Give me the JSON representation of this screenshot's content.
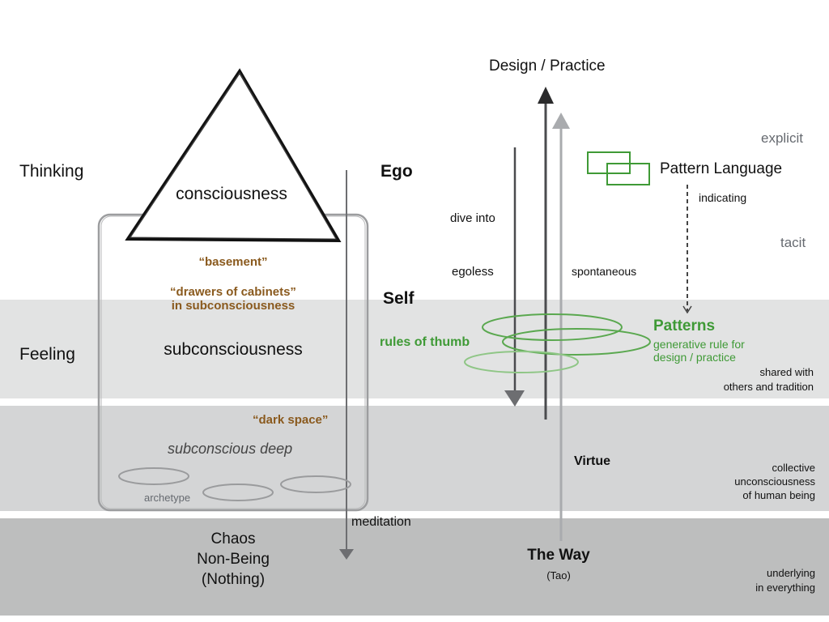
{
  "left_labels": {
    "thinking": "Thinking",
    "feeling": "Feeling"
  },
  "mind": {
    "consciousness": "consciousness",
    "basement": "“basement”",
    "drawers_line1": "“drawers of cabinets”",
    "drawers_line2": "in subconsciousness",
    "subconsciousness": "subconsciousness",
    "dark_space": "“dark space”",
    "subconscious_deep": "subconscious deep",
    "archetype": "archetype",
    "meditation": "meditation",
    "chaos_line1": "Chaos",
    "chaos_line2": "Non-Being",
    "chaos_line3": "(Nothing)"
  },
  "self_axis": {
    "ego": "Ego",
    "self": "Self"
  },
  "practice": {
    "title": "Design / Practice",
    "dive_into": "dive into",
    "egoless": "egoless",
    "spontaneous": "spontaneous",
    "rules_of_thumb": "rules of thumb",
    "virtue": "Virtue",
    "the_way": "The Way",
    "tao": "(Tao)"
  },
  "patterns": {
    "explicit": "explicit",
    "tacit": "tacit",
    "pattern_language": "Pattern Language",
    "indicating": "indicating",
    "patterns_title": "Patterns",
    "patterns_desc_line1": "generative rule for",
    "patterns_desc_line2": "design / practice"
  },
  "right_notes": {
    "shared_line1": "shared with",
    "shared_line2": "others and tradition",
    "collective_line1": "collective",
    "collective_line2": "unconsciousness",
    "collective_line3": "of human being",
    "underlying_line1": "underlying",
    "underlying_line2": "in everything"
  },
  "colors": {
    "brown_accent": "#8a5a1e",
    "green_accent": "#3f9a36",
    "band_feeling": "#e2e3e3",
    "band_deep": "#d4d5d6",
    "band_chaos": "#bdbebe"
  }
}
